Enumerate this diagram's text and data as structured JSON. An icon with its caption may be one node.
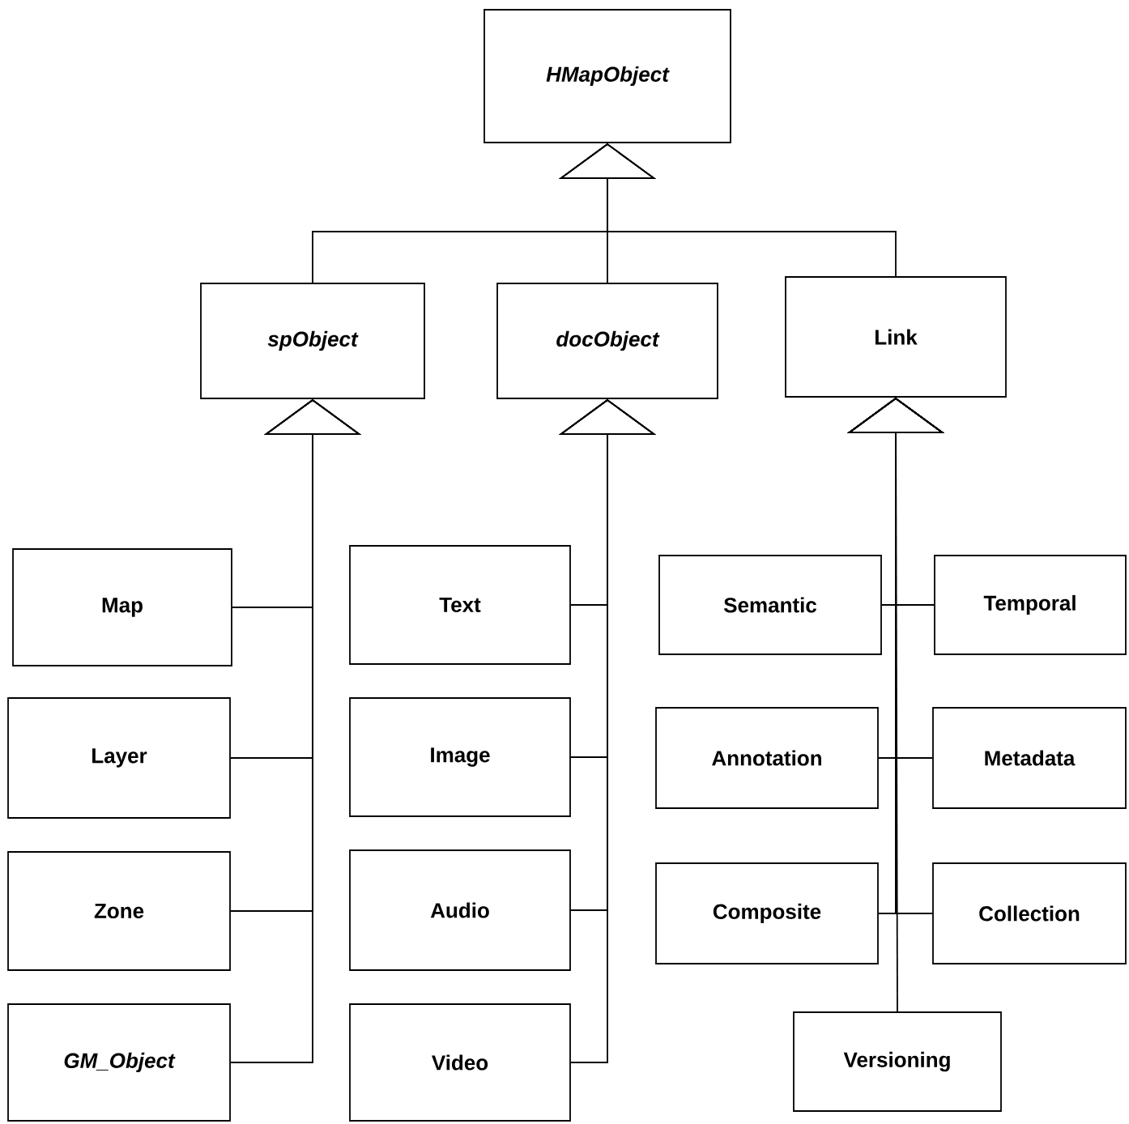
{
  "diagram": {
    "nodes": [
      {
        "text": [
          "HMapObject"
        ]
      },
      {
        "text": [
          "spObject"
        ]
      },
      {
        "text": [
          "docObject"
        ]
      },
      {
        "text": [
          "Link"
        ]
      },
      {
        "text": [
          "Map"
        ]
      },
      {
        "text": [
          "Layer"
        ]
      },
      {
        "text": [
          "Zone"
        ]
      },
      {
        "text": [
          "GM_Object"
        ]
      },
      {
        "text": [
          "Text"
        ]
      },
      {
        "text": [
          "Image"
        ]
      },
      {
        "text": [
          "Audio"
        ]
      },
      {
        "text": [
          "Video"
        ]
      },
      {
        "text": [
          "Semantic"
        ]
      },
      {
        "text": [
          "Temporal"
        ]
      },
      {
        "text": [
          "Annotation"
        ]
      },
      {
        "text": [
          "Metadata"
        ]
      },
      {
        "text": [
          "Composite"
        ]
      },
      {
        "text": [
          "Collection"
        ]
      },
      {
        "text": [
          "Versioning"
        ]
      }
    ],
    "edges": [
      {
        "from": 1,
        "to": 0,
        "arrow": "to"
      },
      {
        "from": 2,
        "to": 0,
        "arrow": "to"
      },
      {
        "from": 3,
        "to": 0,
        "arrow": "to"
      },
      {
        "from": 4,
        "to": 1,
        "arrow": "to"
      },
      {
        "from": 5,
        "to": 1,
        "arrow": "to"
      },
      {
        "from": 6,
        "to": 1,
        "arrow": "to"
      },
      {
        "from": 7,
        "to": 1,
        "arrow": "to"
      },
      {
        "from": 8,
        "to": 2,
        "arrow": "to"
      },
      {
        "from": 9,
        "to": 2,
        "arrow": "to"
      },
      {
        "from": 10,
        "to": 2,
        "arrow": "to"
      },
      {
        "from": 11,
        "to": 2,
        "arrow": "to"
      },
      {
        "from": 12,
        "to": 3,
        "arrow": "to"
      },
      {
        "from": 13,
        "to": 3,
        "arrow": "to"
      },
      {
        "from": 14,
        "to": 3,
        "arrow": "to"
      },
      {
        "from": 15,
        "to": 3,
        "arrow": "to"
      },
      {
        "from": 16,
        "to": 3,
        "arrow": "to"
      },
      {
        "from": 17,
        "to": 3,
        "arrow": "to"
      },
      {
        "from": 18,
        "to": 3,
        "arrow": "to"
      }
    ]
  }
}
